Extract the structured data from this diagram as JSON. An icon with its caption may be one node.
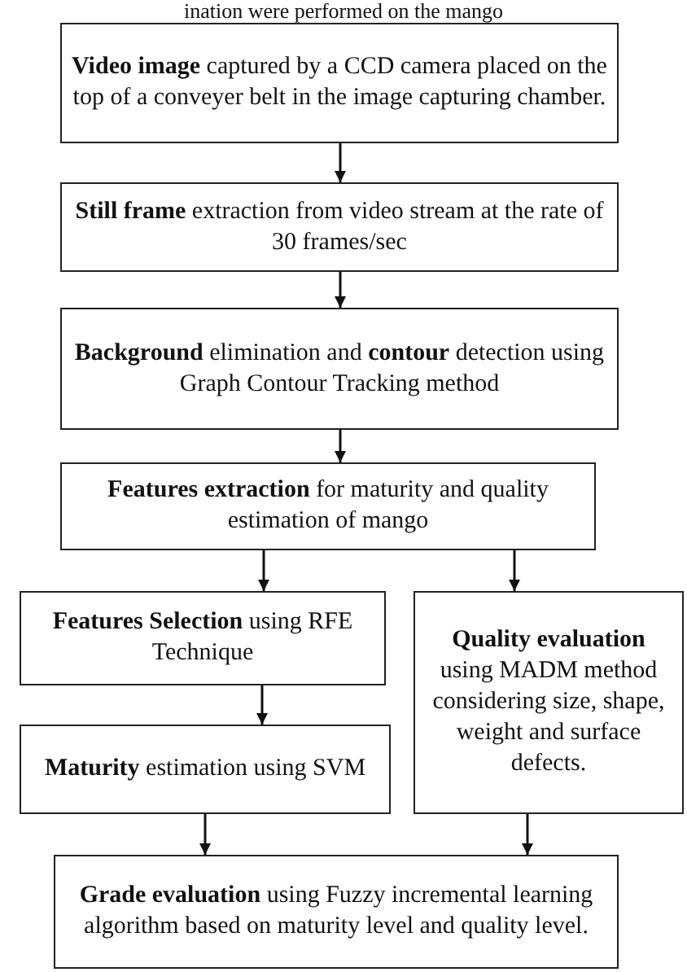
{
  "diagram": {
    "nodes": [
      {
        "text": [
          "**Video image** captured by a CCD camera placed on the top of a conveyer belt in the image capturing chamber."
        ]
      },
      {
        "text": [
          "**Still frame** extraction from video stream at the rate of 30 frames/sec"
        ]
      },
      {
        "text": [
          "**Background** elimination and **contour** detection using  Graph Contour Tracking method"
        ]
      },
      {
        "text": [
          "**Features extraction** for maturity and quality estimation of mango"
        ]
      },
      {
        "text": [
          "**Features Selection** using RFE Technique"
        ]
      },
      {
        "text": [
          "**Quality evaluation** using MADM method considering size, shape, weight and surface defects."
        ]
      },
      {
        "text": [
          "**Maturity** estimation using SVM"
        ]
      },
      {
        "text": [
          "**Grade evaluation** using Fuzzy incremental learning algorithm based on maturity level and quality level."
        ]
      }
    ],
    "edges": [
      {
        "from": 0,
        "to": 1,
        "arrow": "to"
      },
      {
        "from": 1,
        "to": 2,
        "arrow": "to"
      },
      {
        "from": 2,
        "to": 3,
        "arrow": "to"
      },
      {
        "from": 3,
        "to": 4,
        "arrow": "to"
      },
      {
        "from": 3,
        "to": 5,
        "arrow": "to"
      },
      {
        "from": 4,
        "to": 6,
        "arrow": "to"
      },
      {
        "from": 6,
        "to": 7,
        "arrow": "to"
      },
      {
        "from": 5,
        "to": 7,
        "arrow": "to"
      }
    ],
    "labels": [
      "ination were performed on the mango"
    ]
  }
}
